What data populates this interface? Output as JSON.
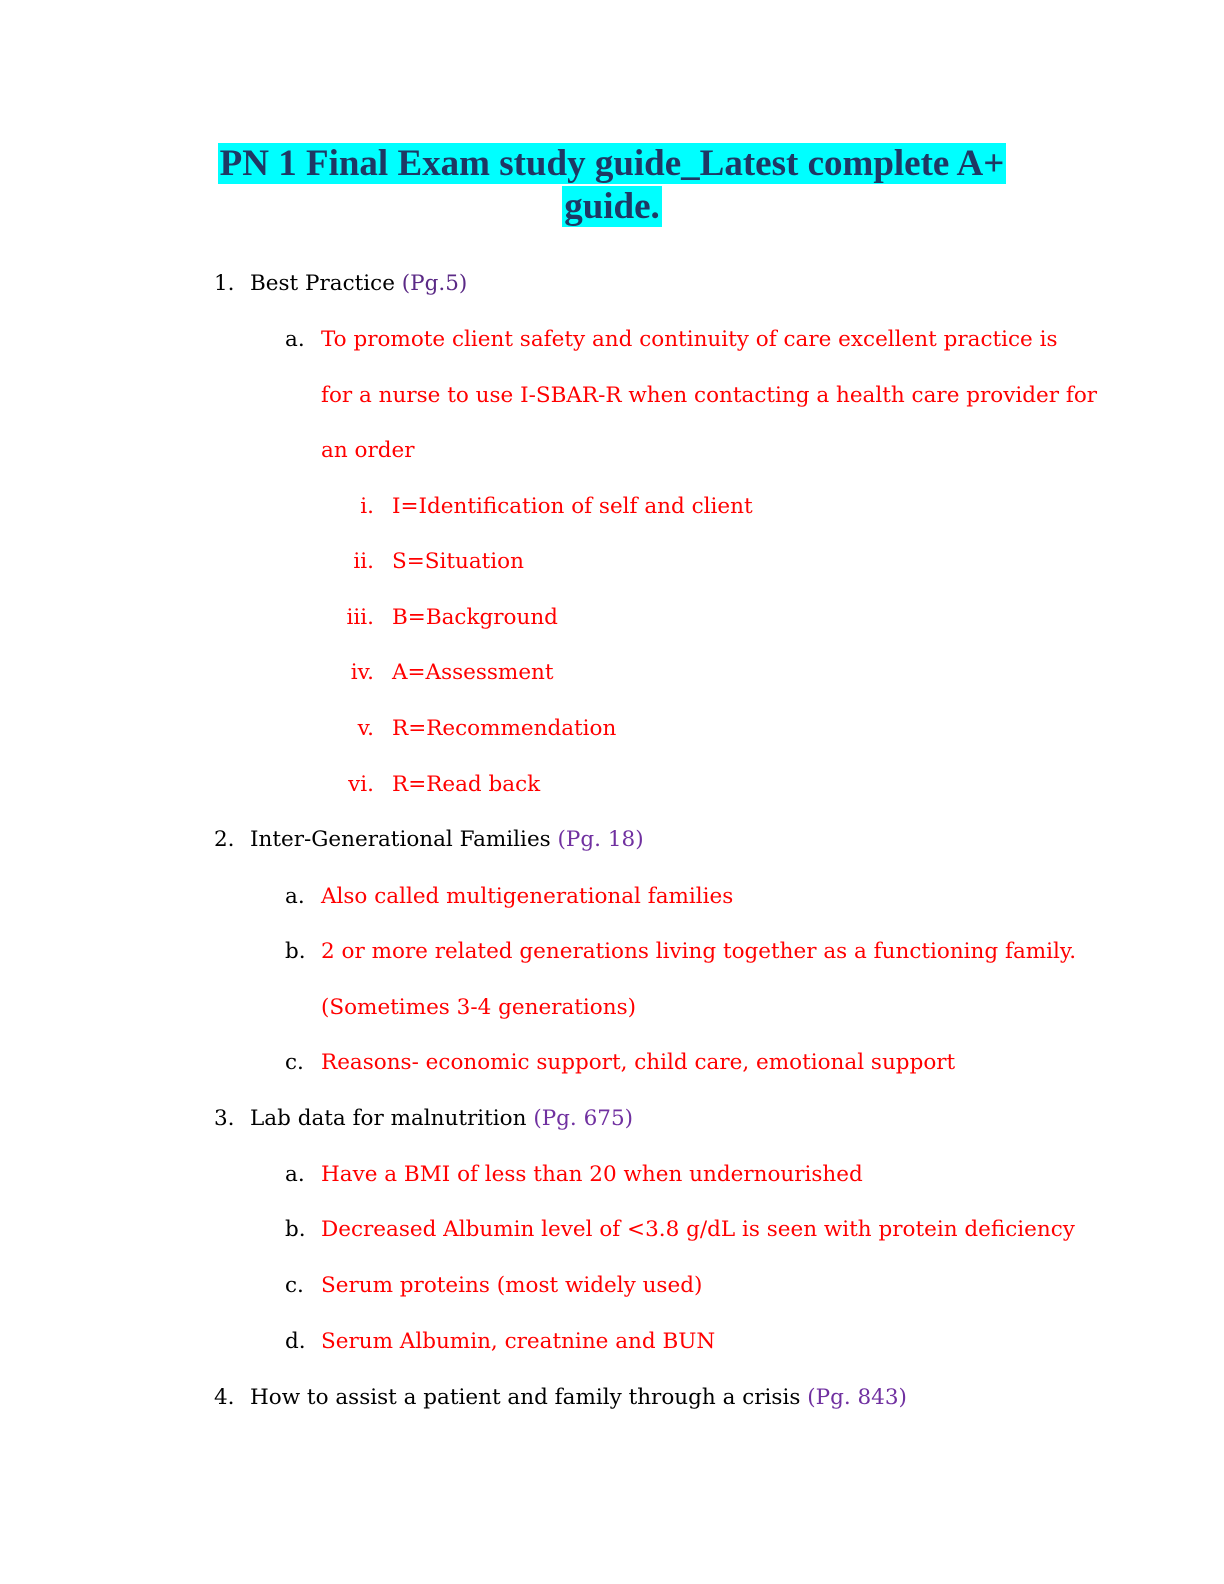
{
  "document": {
    "title_line1": "PN 1 Final Exam study guide_Latest complete A+",
    "title_line2": "guide."
  },
  "items": [
    {
      "number": "1.",
      "heading": "Best Practice",
      "page_ref": "(Pg.5)",
      "sub": [
        {
          "letter": "a.",
          "lines": [
            "To promote client safety and continuity of care excellent practice is",
            "for a nurse to use I-SBAR-R when contacting a health care provider for",
            "an order"
          ],
          "roman": [
            {
              "numeral": "i.",
              "text": "I=Identification of self and client"
            },
            {
              "numeral": "ii.",
              "text": "S=Situation"
            },
            {
              "numeral": "iii.",
              "text": "B=Background"
            },
            {
              "numeral": "iv.",
              "text": "A=Assessment"
            },
            {
              "numeral": "v.",
              "text": "R=Recommendation"
            },
            {
              "numeral": "vi.",
              "text": "R=Read back"
            }
          ]
        }
      ]
    },
    {
      "number": "2.",
      "heading": "Inter-Generational Families",
      "page_ref": "(Pg. 18)",
      "sub": [
        {
          "letter": "a.",
          "lines": [
            "Also called multigenerational families"
          ]
        },
        {
          "letter": "b.",
          "lines": [
            "2 or more related generations living together as a functioning family.",
            "(Sometimes 3-4 generations)"
          ]
        },
        {
          "letter": "c.",
          "lines": [
            "Reasons- economic support, child care, emotional support"
          ]
        }
      ]
    },
    {
      "number": "3.",
      "heading": "Lab data for malnutrition",
      "page_ref": "(Pg. 675)",
      "sub": [
        {
          "letter": "a.",
          "lines": [
            "Have a BMI of less than 20 when undernourished"
          ]
        },
        {
          "letter": "b.",
          "lines": [
            "Decreased Albumin level of <3.8 g/dL is seen with protein deficiency"
          ]
        },
        {
          "letter": "c.",
          "lines": [
            "Serum proteins (most widely used)"
          ]
        },
        {
          "letter": "d.",
          "lines": [
            "Serum Albumin, creatnine and BUN"
          ]
        }
      ]
    },
    {
      "number": "4.",
      "heading": "How to assist a patient and family through a crisis",
      "page_ref": "(Pg. 843)",
      "sub": []
    }
  ],
  "colors": {
    "title_text": "#1f3864",
    "title_highlight": "#00ffff",
    "heading_text": "#000000",
    "answer_text": "#ff0000",
    "page_ref_text": "#7030a0"
  }
}
